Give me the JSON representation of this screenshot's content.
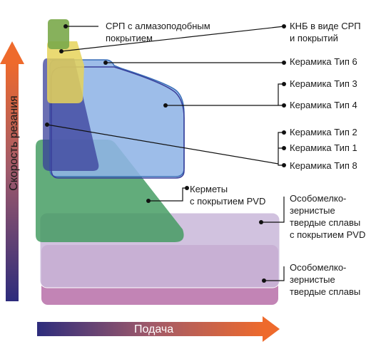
{
  "axes": {
    "y_label": "Скорость резания",
    "x_label": "Подача"
  },
  "labels": {
    "pcd": [
      "СРП с алмазоподобным",
      "покрытием"
    ],
    "cbn": [
      "КНБ в виде СРП",
      "и покрытий"
    ],
    "ceramic6": "Керамика Тип 6",
    "ceramic3": "Керамика Тип 3",
    "ceramic4": "Керамика Тип 4",
    "ceramic2": "Керамика Тип 2",
    "ceramic1": "Керамика Тип 1",
    "ceramic8": "Керамика Тип 8",
    "cermet": [
      "Керметы",
      "с покрытием PVD"
    ],
    "fine_pvd": [
      "Особомелко-",
      "зернистые",
      "твердые сплавы",
      "с покрытием PVD"
    ],
    "fine": [
      "Особомелко-",
      "зернистые",
      "твердые сплавы"
    ]
  },
  "colors": {
    "pcd": "#7aa84a",
    "cbn": "#e6d45a",
    "ceramic_dark": "#3a3f9a",
    "ceramic_light": "#8fb4e6",
    "cermet": "#3f9a5e",
    "fine_pvd": "#b9a8cf",
    "fine": "#b76ea8",
    "arrow_y_start": "#2d2c7c",
    "arrow_y_end": "#ee6a2c",
    "arrow_x_start": "#2d2c7c",
    "arrow_x_end": "#ee6a2c"
  }
}
